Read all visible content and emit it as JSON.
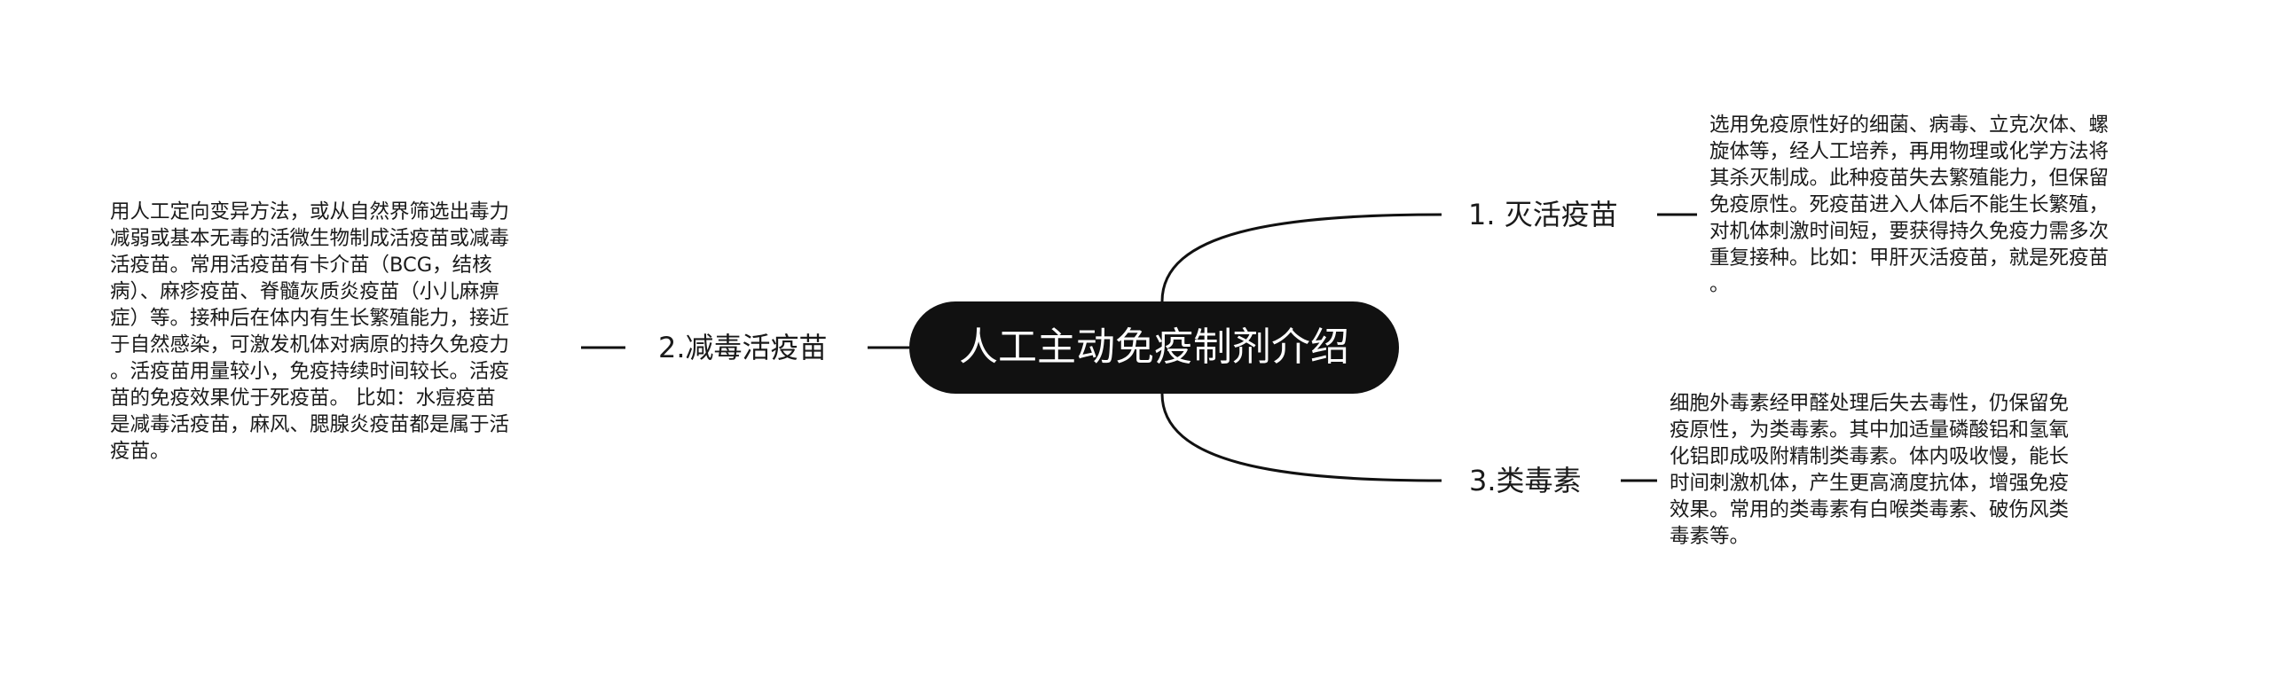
{
  "root": {
    "title": "人工主动免疫制剂介绍"
  },
  "branches": [
    {
      "label": "1. 灭活疫苗",
      "detail": "选用免疫原性好的细菌、病毒、立克次体、螺\n旋体等，经人工培养，再用物理或化学方法将\n其杀灭制成。此种疫苗失去繁殖能力，但保留\n免疫原性。死疫苗进入人体后不能生长繁殖，\n对机体刺激时间短，要获得持久免疫力需多次\n重复接种。比如：甲肝灭活疫苗，就是死疫苗\n。"
    },
    {
      "label": "2.减毒活疫苗",
      "detail": "用人工定向变异方法，或从自然界筛选出毒力\n减弱或基本无毒的活微生物制成活疫苗或减毒\n活疫苗。常用活疫苗有卡介苗（BCG，结核\n病）、麻疹疫苗、脊髓灰质炎疫苗（小儿麻痹\n症）等。接种后在体内有生长繁殖能力，接近\n于自然感染，可激发机体对病原的持久免疫力\n。活疫苗用量较小，免疫持续时间较长。活疫\n苗的免疫效果优于死疫苗。 比如：水痘疫苗\n是减毒活疫苗，麻风、腮腺炎疫苗都是属于活\n疫苗。"
    },
    {
      "label": "3.类毒素",
      "detail": "细胞外毒素经甲醛处理后失去毒性，仍保留免\n疫原性，为类毒素。其中加适量磷酸铝和氢氧\n化铝即成吸附精制类毒素。体内吸收慢，能长\n时间刺激机体，产生更高滴度抗体，增强免疫\n效果。常用的类毒素有白喉类毒素、破伤风类\n毒素等。"
    }
  ],
  "colors": {
    "root_bg": "#111111",
    "root_text": "#ffffff",
    "line": "#111111",
    "text": "#1a1a1a"
  }
}
